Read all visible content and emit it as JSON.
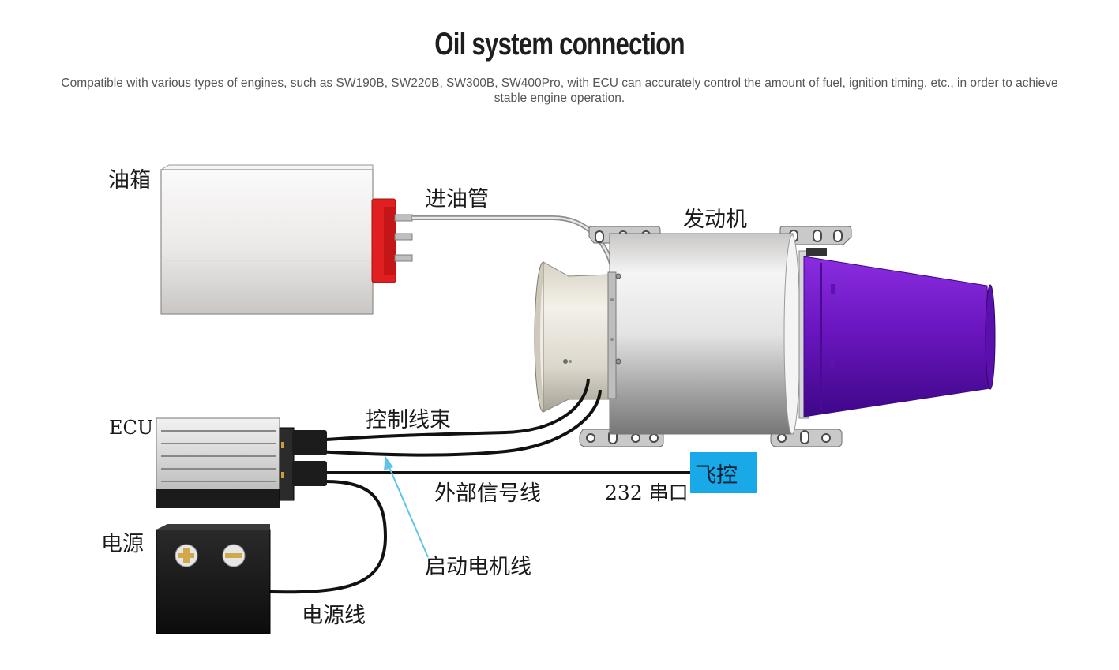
{
  "header": {
    "title": "Oil system connection",
    "subtitle": "Compatible with various types of engines, such as SW190B, SW220B, SW300B, SW400Pro, with ECU can accurately control the amount of fuel, ignition timing, etc., in order to achieve stable engine operation."
  },
  "diagram": {
    "labels": {
      "fuel_tank": "油箱",
      "fuel_inlet_pipe": "进油管",
      "engine": "发动机",
      "ecu": "ECU",
      "control_harness": "控制线束",
      "external_signal_line": "外部信号线",
      "serial_port": "232 串口",
      "flight_controller": "飞控",
      "power_supply": "电源",
      "starter_motor_line": "启动电机线",
      "power_line": "电源线"
    },
    "colors": {
      "nozzle": "#7a1fd0",
      "tank_cap": "#e02020",
      "flight_controller_box": "#19a8e8",
      "callout_arrow": "#5fc3ea",
      "cables": "#111111"
    },
    "icons": [
      "fuel-tank-icon",
      "engine-icon",
      "ecu-icon",
      "battery-icon",
      "arrow-icon"
    ]
  }
}
